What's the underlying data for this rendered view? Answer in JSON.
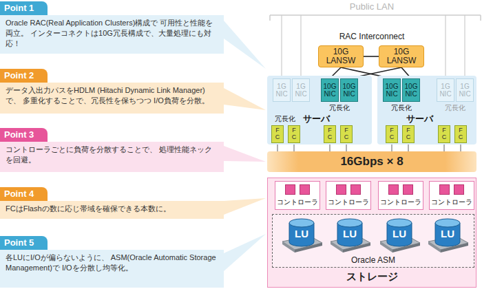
{
  "diagram": {
    "nodes": [
      {
        "text": [
          "Point 1",
          "Oracle RAC(Real Application Clusters)構成で 可用性と性能を両立。 インターコネクトは10G冗長構成で、大量処理にも対応！"
        ]
      },
      {
        "text": [
          "Point 2",
          "データ入出力パスをHDLM (Hitachi Dynamic Link Manager) で、 多重化することで、冗長性を保ちつつ I/O負荷を分散。"
        ]
      },
      {
        "text": [
          "Point 3",
          "コントローラごとに負荷を分散することで、 処理性能ネックを回避。"
        ]
      },
      {
        "text": [
          "Point 4",
          "FCはFlashの数に応じ帯域を確保できる本数に。"
        ]
      },
      {
        "text": [
          "Point 5",
          "各LUにI/Oが偏らないように、 ASM(Oracle Automatic Storage Management)で I/Oを分散し均等化。"
        ]
      },
      {
        "text": [
          "10G LANSW"
        ]
      },
      {
        "text": [
          "10G LANSW"
        ]
      },
      {
        "text": [
          "サーバ"
        ]
      },
      {
        "text": [
          "サーバ"
        ]
      },
      {
        "text": [
          "1G NIC"
        ],
        "in": 7
      },
      {
        "text": [
          "1G NIC"
        ],
        "in": 7
      },
      {
        "text": [
          "10G NIC"
        ],
        "in": 7
      },
      {
        "text": [
          "10G NIC"
        ],
        "in": 7
      },
      {
        "text": [
          "10G NIC"
        ],
        "in": 8
      },
      {
        "text": [
          "10G NIC"
        ],
        "in": 8
      },
      {
        "text": [
          "1G NIC"
        ],
        "in": 8
      },
      {
        "text": [
          "1G NIC"
        ],
        "in": 8
      },
      {
        "text": [
          "FC"
        ],
        "in": 7
      },
      {
        "text": [
          "FC"
        ],
        "in": 7
      },
      {
        "text": [
          "FC"
        ],
        "in": 7
      },
      {
        "text": [
          "FC"
        ],
        "in": 7
      },
      {
        "text": [
          "FC"
        ],
        "in": 8
      },
      {
        "text": [
          "FC"
        ],
        "in": 8
      },
      {
        "text": [
          "FC"
        ],
        "in": 8
      },
      {
        "text": [
          "FC"
        ],
        "in": 8
      },
      {
        "text": [
          "16Gbps × 8"
        ]
      },
      {
        "text": [
          "ストレージ"
        ]
      },
      {
        "text": [
          "コントローラ"
        ],
        "in": 26
      },
      {
        "text": [
          "コントローラ"
        ],
        "in": 26
      },
      {
        "text": [
          "コントローラ"
        ],
        "in": 26
      },
      {
        "text": [
          "コントローラ"
        ],
        "in": 26
      },
      {
        "text": [
          "Oracle ASM"
        ],
        "in": 26
      },
      {
        "text": [
          "LU"
        ],
        "in": 31
      },
      {
        "text": [
          "LU"
        ],
        "in": 31
      },
      {
        "text": [
          "LU"
        ],
        "in": 31
      },
      {
        "text": [
          "LU"
        ],
        "in": 31
      }
    ],
    "edges": [
      {
        "from": 5,
        "to": 6,
        "arrow": "none"
      },
      {
        "from": 5,
        "to": 11,
        "arrow": "none"
      },
      {
        "from": 5,
        "to": 13,
        "arrow": "none"
      },
      {
        "from": 6,
        "to": 12,
        "arrow": "none"
      },
      {
        "from": 6,
        "to": 14,
        "arrow": "none"
      },
      {
        "from": 17,
        "to": 25,
        "arrow": "none"
      },
      {
        "from": 18,
        "to": 25,
        "arrow": "none"
      },
      {
        "from": 19,
        "to": 25,
        "arrow": "none"
      },
      {
        "from": 20,
        "to": 25,
        "arrow": "none"
      },
      {
        "from": 21,
        "to": 25,
        "arrow": "none"
      },
      {
        "from": 22,
        "to": 25,
        "arrow": "none"
      },
      {
        "from": 23,
        "to": 25,
        "arrow": "none"
      },
      {
        "from": 24,
        "to": 25,
        "arrow": "none"
      }
    ],
    "labels": [
      "Public LAN",
      "RAC Interconnect",
      "冗長化",
      "冗長化",
      "冗長化",
      "冗長化"
    ]
  }
}
